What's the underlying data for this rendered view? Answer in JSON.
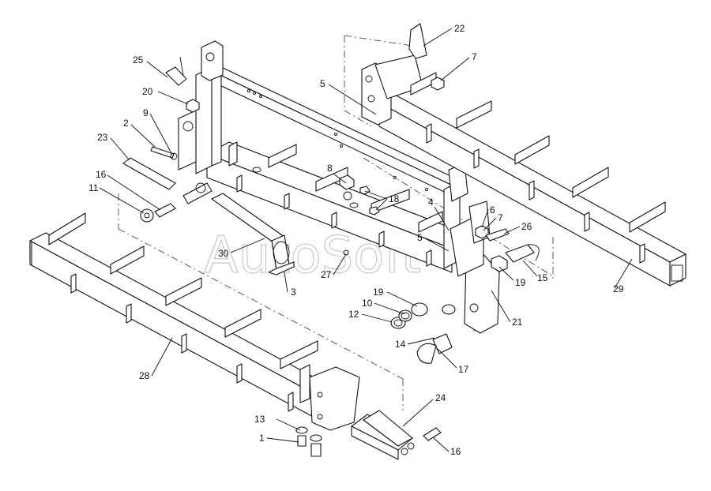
{
  "watermark": "AutoSoft",
  "callouts": [
    {
      "id": "c25",
      "text": "25"
    },
    {
      "id": "c20",
      "text": "20"
    },
    {
      "id": "c2",
      "text": "2"
    },
    {
      "id": "c9",
      "text": "9"
    },
    {
      "id": "c23",
      "text": "23"
    },
    {
      "id": "c16a",
      "text": "16"
    },
    {
      "id": "c11",
      "text": "11"
    },
    {
      "id": "c30",
      "text": "30"
    },
    {
      "id": "c3",
      "text": "3"
    },
    {
      "id": "c27",
      "text": "27"
    },
    {
      "id": "c8",
      "text": "8"
    },
    {
      "id": "c18",
      "text": "18"
    },
    {
      "id": "c22",
      "text": "22"
    },
    {
      "id": "c7a",
      "text": "7"
    },
    {
      "id": "c5a",
      "text": "5"
    },
    {
      "id": "c4",
      "text": "4"
    },
    {
      "id": "c5b",
      "text": "5"
    },
    {
      "id": "c6",
      "text": "6"
    },
    {
      "id": "c7b",
      "text": "7"
    },
    {
      "id": "c26",
      "text": "26"
    },
    {
      "id": "c19a",
      "text": "19"
    },
    {
      "id": "c19b",
      "text": "19"
    },
    {
      "id": "c15",
      "text": "15"
    },
    {
      "id": "c10",
      "text": "10"
    },
    {
      "id": "c12",
      "text": "12"
    },
    {
      "id": "c21",
      "text": "21"
    },
    {
      "id": "c14",
      "text": "14"
    },
    {
      "id": "c17",
      "text": "17"
    },
    {
      "id": "c29",
      "text": "29"
    },
    {
      "id": "c28",
      "text": "28"
    },
    {
      "id": "c24",
      "text": "24"
    },
    {
      "id": "c13",
      "text": "13"
    },
    {
      "id": "c1",
      "text": "1"
    },
    {
      "id": "c16b",
      "text": "16"
    }
  ]
}
